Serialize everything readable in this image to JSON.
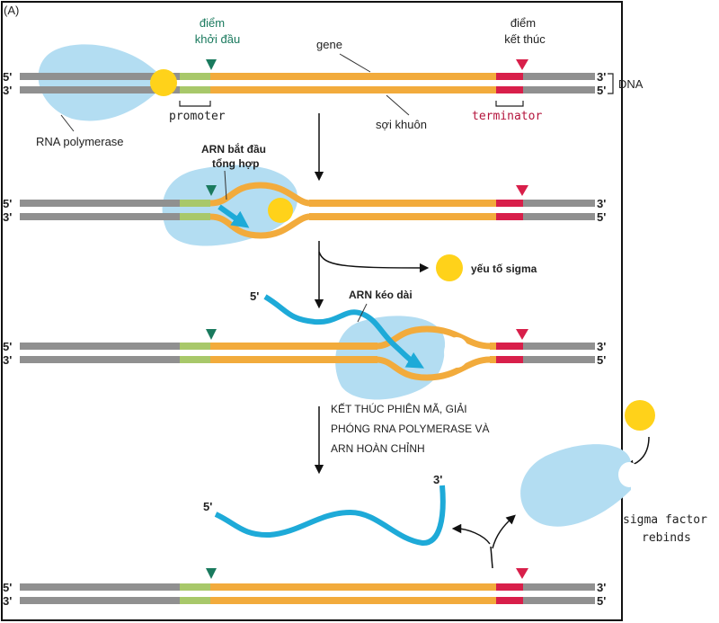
{
  "panel_label": "(A)",
  "colors": {
    "dna": "#909090",
    "gene": "#f2ab3c",
    "promoter": "#a8c86a",
    "terminator": "#d81f4a",
    "polymerase": "#b3ddf2",
    "sigma": "#ffd21a",
    "rna": "#1eaad8",
    "start_marker": "#1a7a5e",
    "stop_marker": "#d81f4a"
  },
  "labels": {
    "start_point": [
      "điểm",
      "khởi đầu"
    ],
    "end_point": [
      "điểm",
      "kết thúc"
    ],
    "gene": "gene",
    "dna": "DNA",
    "promoter": "promoter",
    "terminator": "terminator",
    "template_strand": "sợi khuôn",
    "rna_polymerase": "RNA polymerase",
    "rna_start": [
      "ARN bắt đầu",
      "tổng hợp"
    ],
    "sigma_factor": "yếu tố sigma",
    "rna_elongation": "ARN kéo dài",
    "termination": [
      "KẾT THÚC PHIÊN MÃ, GIẢI",
      "PHÓNG RNA POLYMERASE VÀ",
      "ARN HOÀN CHỈNH"
    ],
    "sigma_rebinds": [
      "sigma factor",
      "rebinds"
    ],
    "five_prime": "5'",
    "three_prime": "3'"
  }
}
